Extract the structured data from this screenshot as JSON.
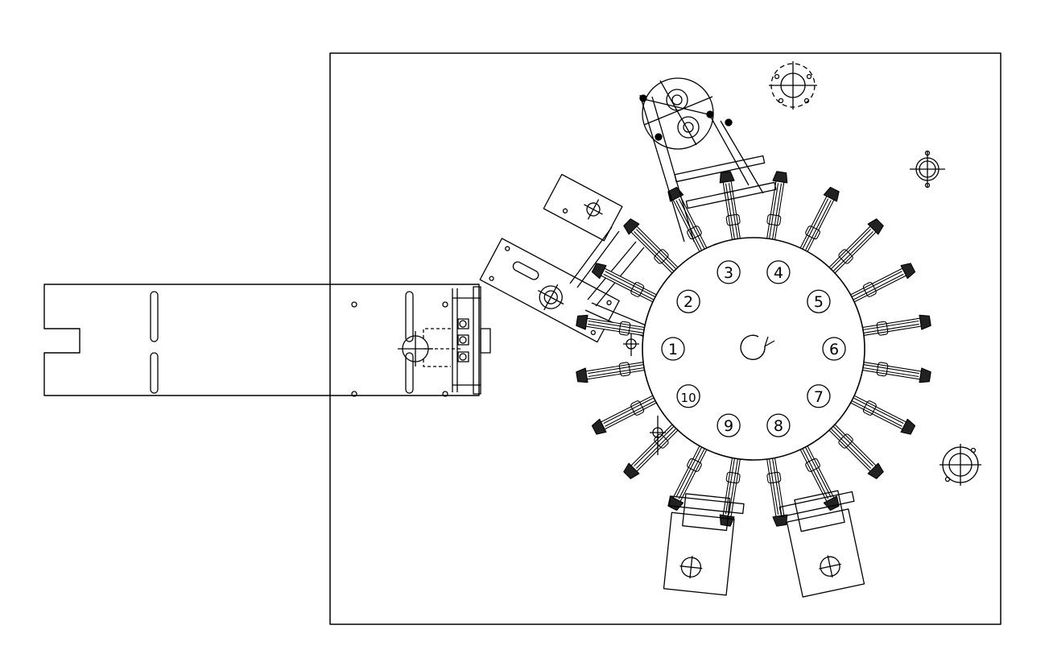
{
  "drawing": {
    "line_color": "#000000",
    "background": "#ffffff",
    "station_labels": [
      "1",
      "2",
      "3",
      "4",
      "5",
      "6",
      "7",
      "8",
      "9",
      "10"
    ],
    "rotation_direction": "clockwise"
  }
}
